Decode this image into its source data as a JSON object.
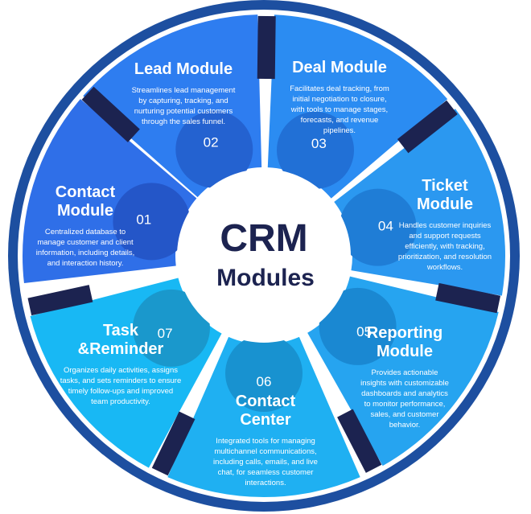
{
  "center": {
    "title": "CRM",
    "subtitle": "Modules"
  },
  "modules": [
    {
      "number": "01",
      "title_lines": [
        "Contact",
        "Module"
      ],
      "description_lines": [
        "Centralized database to",
        "manage customer and client",
        "information, including details,",
        "and interaction history."
      ],
      "color": "#2f6fe8",
      "tab_color": "#2456c8"
    },
    {
      "number": "02",
      "title_lines": [
        "Lead Module"
      ],
      "description_lines": [
        "Streamlines lead management",
        "by capturing, tracking, and",
        "nurturing potential customers",
        "through the sales funnel."
      ],
      "color": "#2e7df0",
      "tab_color": "#2462d0"
    },
    {
      "number": "03",
      "title_lines": [
        "Deal Module"
      ],
      "description_lines": [
        "Facilitates deal tracking, from",
        "initial negotiation to closure,",
        "with tools to manage stages,",
        "forecasts, and revenue",
        "pipelines."
      ],
      "color": "#2b8cf2",
      "tab_color": "#2170d6"
    },
    {
      "number": "04",
      "title_lines": [
        "Ticket",
        "Module"
      ],
      "description_lines": [
        "Handles customer inquiries",
        "and support requests",
        "efficiently, with tracking,",
        "prioritization, and resolution",
        "workflows."
      ],
      "color": "#2b98f0",
      "tab_color": "#1f7dd6"
    },
    {
      "number": "05",
      "title_lines": [
        "Reporting",
        "Module"
      ],
      "description_lines": [
        "Provides actionable",
        "insights with customizable",
        "dashboards and analytics",
        "to monitor performance,",
        "sales, and customer",
        "behavior."
      ],
      "color": "#26a4f0",
      "tab_color": "#1a88d2"
    },
    {
      "number": "06",
      "title_lines": [
        "Contact",
        "Center"
      ],
      "description_lines": [
        "Integrated tools for managing",
        "multichannel communications,",
        "including calls, emails, and live",
        "chat, for seamless customer",
        "interactions."
      ],
      "color": "#1fb0f2",
      "tab_color": "#1892d0"
    },
    {
      "number": "07",
      "title_lines": [
        "Task",
        "&Reminder"
      ],
      "description_lines": [
        "Organizes daily activities, assigns",
        "tasks, and sets reminders to ensure",
        "timely follow-ups and improved",
        "team productivity."
      ],
      "color": "#18b8f4",
      "tab_color": "#1a98cc"
    }
  ],
  "colors": {
    "ring": "#1d4fa0",
    "divider": "#1c2350",
    "center_text": "#1c2350"
  }
}
